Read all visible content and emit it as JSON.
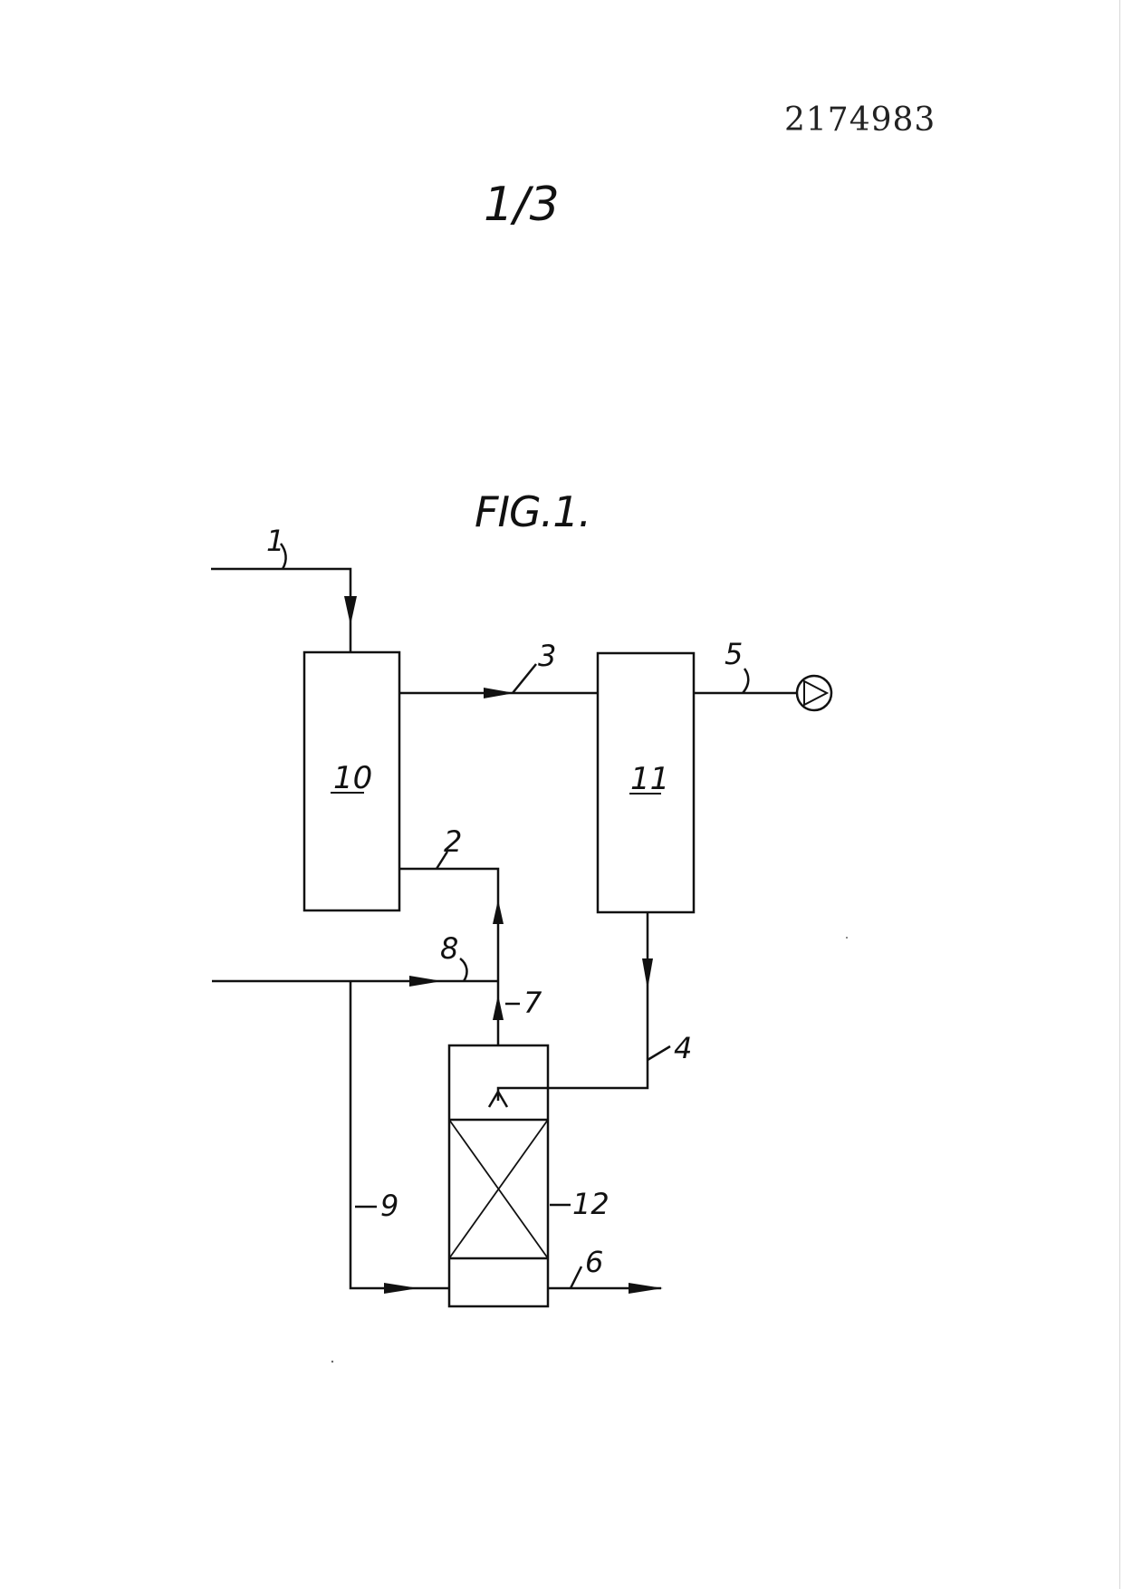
{
  "document": {
    "number": "2174983",
    "sheet": "1/3"
  },
  "figure": {
    "title": "FIG.1.",
    "units": {
      "u10": "10",
      "u11": "11",
      "u12": "12"
    },
    "streams": {
      "s1": "1",
      "s2": "2",
      "s3": "3",
      "s4": "4",
      "s5": "5",
      "s6": "6",
      "s7": "7",
      "s8": "8",
      "s9": "9"
    },
    "symbols": [
      "pump-icon",
      "spray-nozzle-icon",
      "packed-bed-icon"
    ]
  }
}
